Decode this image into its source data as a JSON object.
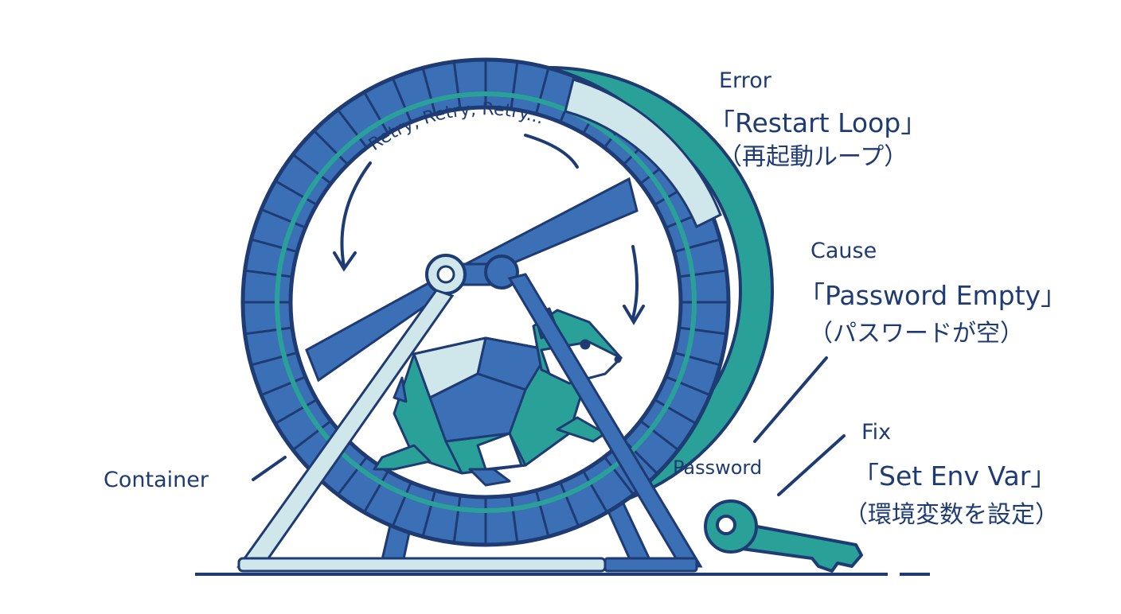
{
  "wheel_text": "Retry, Retry, Retry...",
  "error": {
    "heading": "Error",
    "name": "「Restart Loop」",
    "jp": "（再起動ループ）"
  },
  "cause": {
    "heading": "Cause",
    "name": "「Password Empty」",
    "jp": "（パスワードが空）"
  },
  "fix": {
    "heading": "Fix",
    "name": "「Set Env Var」",
    "jp": "（環境変数を設定）"
  },
  "labels": {
    "container": "Container",
    "password": "Password"
  },
  "colors": {
    "navy": "#1f3b73",
    "blue": "#3b6fb6",
    "teal": "#2aa198",
    "light": "#cfe6ea"
  },
  "icons": {
    "mascot": "hamster-icon",
    "key": "key-icon"
  }
}
